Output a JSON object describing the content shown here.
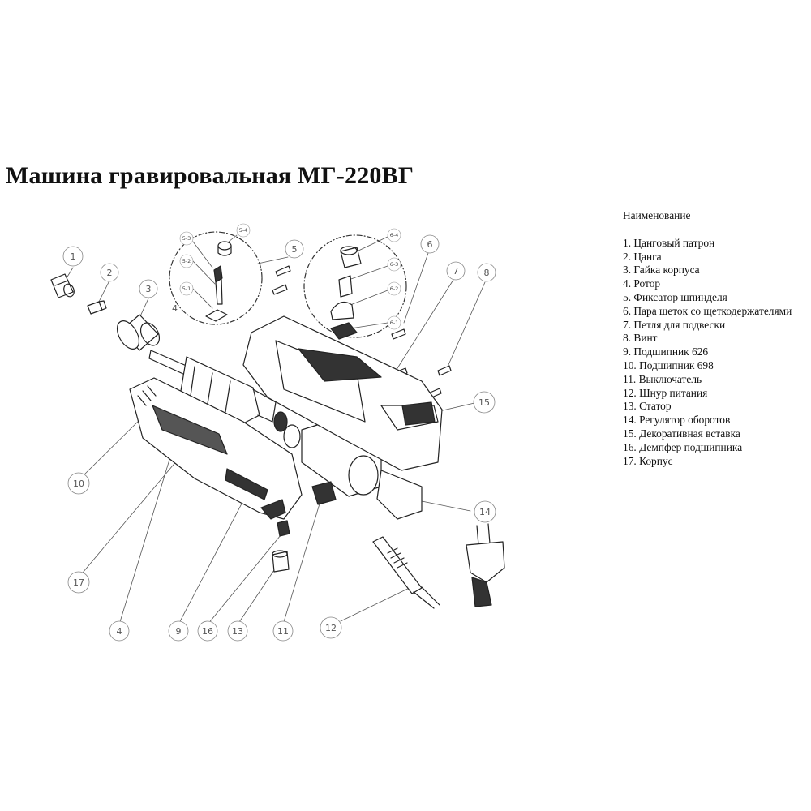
{
  "title": "Машина гравировальная МГ-220ВГ",
  "legend": {
    "heading": "Наименование",
    "items": [
      "1. Цанговый патрон",
      "2. Цанга",
      "3. Гайка корпуса",
      "4. Ротор",
      "5. Фиксатор шпинделя",
      "6. Пара щеток со щеткодержателями",
      "7. Петля для подвески",
      "8. Винт",
      "9. Подшипник 626",
      "10. Подшипник 698",
      "11. Выключатель",
      "12. Шнур питания",
      "13. Статор",
      "14. Регулятор оборотов",
      "15. Декоративная вставка",
      "16. Демпфер подшипника",
      "17. Корпус"
    ]
  },
  "callouts": [
    "1",
    "2",
    "3",
    "4",
    "5",
    "6",
    "7",
    "8",
    "9",
    "10",
    "11",
    "12",
    "13",
    "14",
    "15",
    "16",
    "17"
  ],
  "subcallouts": [
    "5-1",
    "5-2",
    "5-3",
    "5-4",
    "6-1",
    "6-2",
    "6-3",
    "6-4"
  ],
  "extra_labels": {
    "rotor_mark": "4"
  }
}
